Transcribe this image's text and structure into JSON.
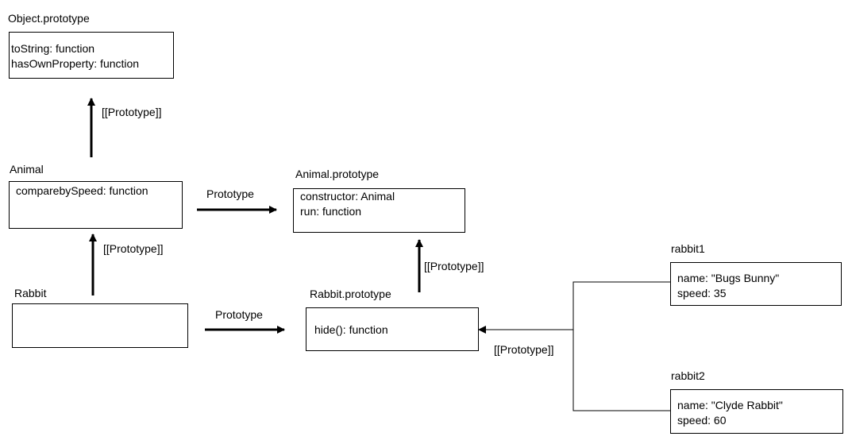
{
  "nodes": {
    "object_prototype": {
      "title": "Object.prototype",
      "lines": [
        "toString: function",
        "hasOwnProperty: function"
      ]
    },
    "animal": {
      "title": "Animal",
      "lines": [
        "comparebySpeed: function"
      ]
    },
    "animal_prototype": {
      "title": "Animal.prototype",
      "lines": [
        "constructor: Animal",
        "run: function"
      ]
    },
    "rabbit": {
      "title": "Rabbit",
      "lines": []
    },
    "rabbit_prototype": {
      "title": "Rabbit.prototype",
      "lines": [
        "hide(): function"
      ]
    },
    "rabbit1": {
      "title": "rabbit1",
      "lines": [
        "name: \"Bugs Bunny\"",
        "speed: 35"
      ]
    },
    "rabbit2": {
      "title": "rabbit2",
      "lines": [
        "name: \"Clyde Rabbit\"",
        "speed: 60"
      ]
    }
  },
  "edges": {
    "animal_to_object": "[[Prototype]]",
    "rabbit_to_animal": "[[Prototype]]",
    "animal_prototype_link": "Prototype",
    "rabbit_prototype_link": "Prototype",
    "rabbitproto_to_animalproto": "[[Prototype]]",
    "instances_to_rabbitproto": "[[Prototype]]"
  }
}
